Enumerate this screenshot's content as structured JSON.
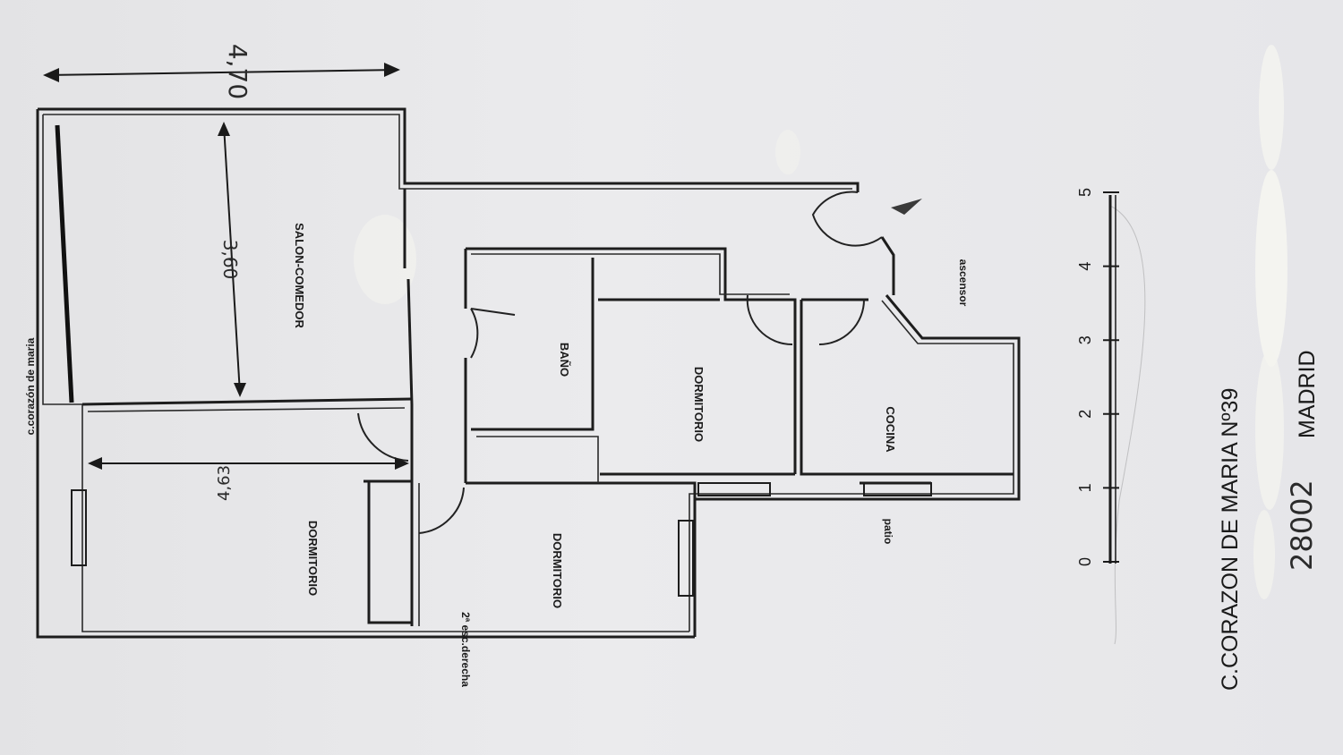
{
  "streets": {
    "top": "c.corazón de maria",
    "bottom": "2ª esc.derecha"
  },
  "rooms": {
    "salon": "SALON-COMEDOR",
    "dormitorio_1": "DORMITORIO",
    "dormitorio_2": "DORMITORIO",
    "dormitorio_3": "DORMITORIO",
    "bano": "BAÑO",
    "cocina": "COCINA",
    "patio": "patio",
    "ascensor": "ascensor"
  },
  "dimensions": {
    "overall_width": "4,70",
    "salon_depth": "3,60",
    "dormitorio_width": "4,63"
  },
  "scale": {
    "ticks": [
      "0",
      "1",
      "2",
      "3",
      "4",
      "5"
    ]
  },
  "address": {
    "street": "C.CORAZON DE MARIA Nº39",
    "postcode": "28002",
    "city": "MADRID"
  },
  "colors": {
    "paper": "#e8e8ea",
    "ink": "#1d1d1d",
    "correction": "#f7f7f2"
  }
}
